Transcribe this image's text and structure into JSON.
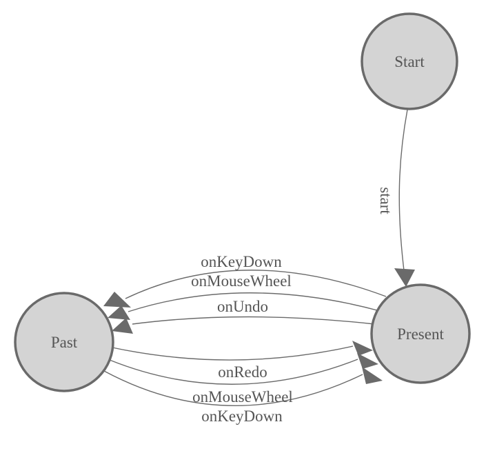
{
  "diagram": {
    "kind": "finite-state-machine",
    "colors": {
      "background": "#ffffff",
      "node_fill": "#d4d4d4",
      "node_stroke": "#6a6a6a",
      "edge_stroke": "#6a6a6a",
      "arrowhead_fill": "#6a6a6a",
      "label_text": "#555555"
    },
    "nodes": [
      {
        "id": "start",
        "label": "Start"
      },
      {
        "id": "present",
        "label": "Present"
      },
      {
        "id": "past",
        "label": "Past"
      }
    ],
    "edges": [
      {
        "from": "Start",
        "to": "Present",
        "label": "start"
      },
      {
        "from": "Present",
        "to": "Past",
        "label": "onKeyDown"
      },
      {
        "from": "Present",
        "to": "Past",
        "label": "onMouseWheel"
      },
      {
        "from": "Present",
        "to": "Past",
        "label": "onUndo"
      },
      {
        "from": "Past",
        "to": "Present",
        "label": "onRedo"
      },
      {
        "from": "Past",
        "to": "Present",
        "label": "onMouseWheel"
      },
      {
        "from": "Past",
        "to": "Present",
        "label": "onKeyDown"
      }
    ]
  }
}
